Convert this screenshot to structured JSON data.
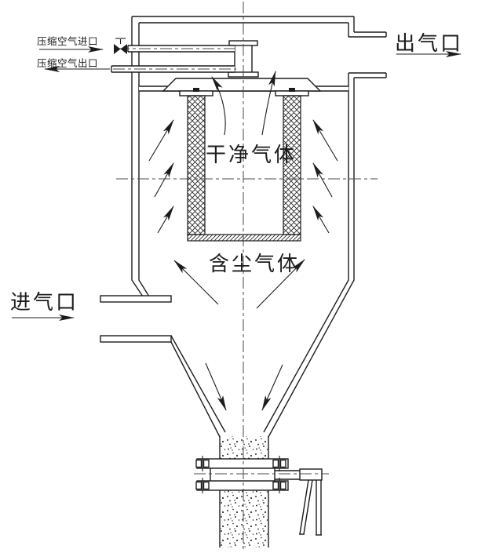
{
  "diagram": {
    "labels": {
      "compressed_air_inlet": "压缩空气进口",
      "compressed_air_outlet": "压缩空气出口",
      "gas_outlet": "出气口",
      "gas_inlet": "进气口",
      "clean_gas": "干净气体",
      "dusty_gas": "含尘气体"
    },
    "colors": {
      "line": "#1c1c1c",
      "centerline": "#4a4a4a",
      "hatch": "#2a2a2a",
      "background": "#ffffff"
    }
  }
}
